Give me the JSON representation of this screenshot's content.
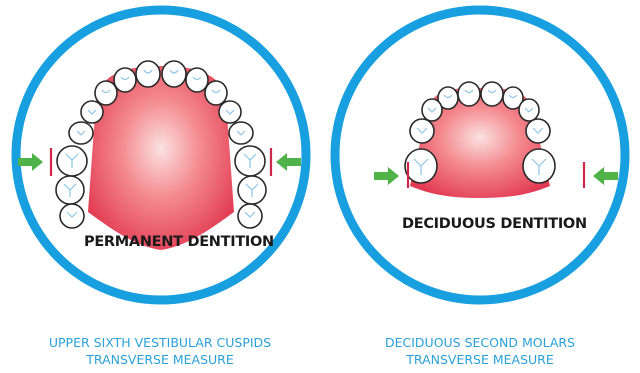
{
  "panels": [
    {
      "title": "PERMANENT DENTITION",
      "caption": [
        "UPPER SIXTH VESTIBULAR CUSPIDS",
        "TRANSVERSE MEASURE"
      ]
    },
    {
      "title": "DECIDUOUS DENTITION",
      "caption": [
        "DECIDUOUS SECOND MOLARS",
        "TRANSVERSE MEASURE"
      ]
    }
  ],
  "colors": {
    "ring": "#189fe0",
    "caption": "#2aa1d9",
    "arrow": "#4fb34a",
    "measure_line": "#d0264a",
    "palate": "#e8435a"
  }
}
